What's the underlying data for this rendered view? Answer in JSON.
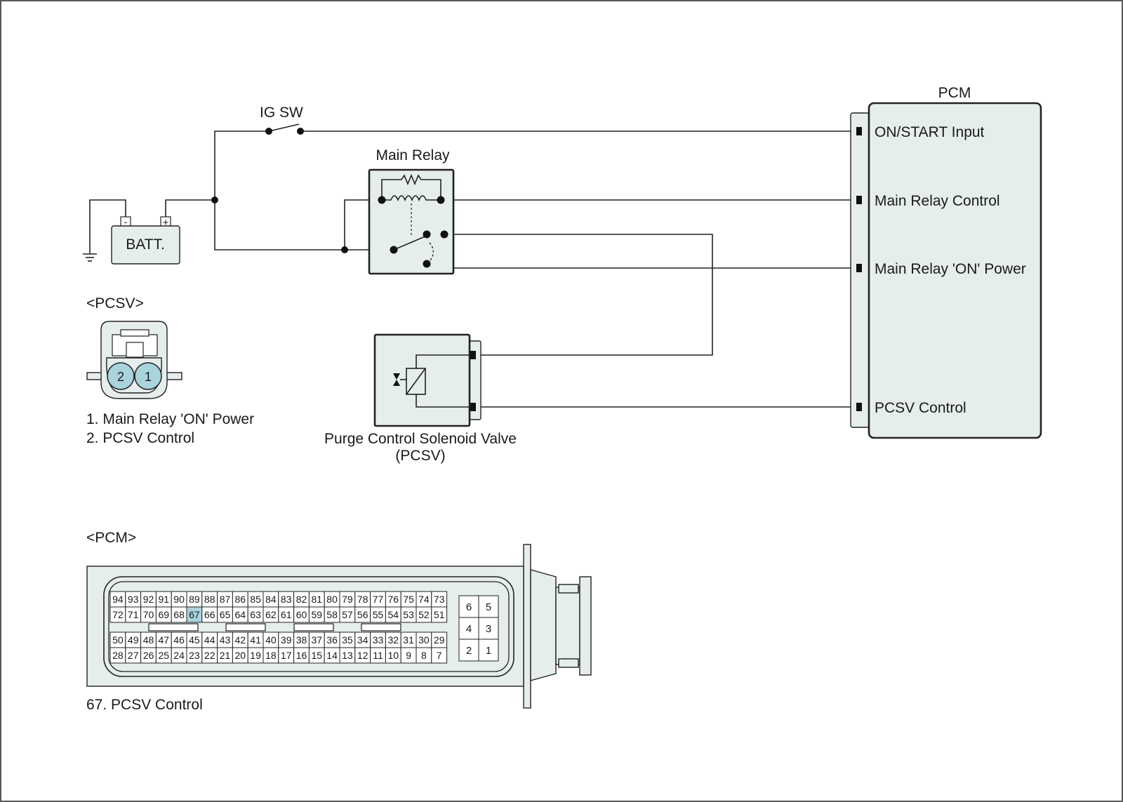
{
  "labels": {
    "ig_sw": "IG SW",
    "main_relay": "Main Relay",
    "battery": "BATT.",
    "battery_neg": "-",
    "battery_pos": "+",
    "pcm_title": "PCM",
    "pcsv_connector_title": "<PCSV>",
    "pcm_connector_title": "<PCM>",
    "valve_name_line1": "Purge Control Solenoid Valve",
    "valve_name_line2": "(PCSV)"
  },
  "pcm_terminals": [
    "ON/START Input",
    "Main Relay Control",
    "Main Relay 'ON' Power",
    "PCSV Control"
  ],
  "pcsv_connector": {
    "pins": [
      "2",
      "1"
    ],
    "legend": [
      "1. Main Relay 'ON' Power",
      "2. PCSV Control"
    ],
    "pin_color": "#a9d3dd"
  },
  "pcm_connector": {
    "rows": [
      [
        "94",
        "93",
        "92",
        "91",
        "90",
        "89",
        "88",
        "87",
        "86",
        "85",
        "84",
        "83",
        "82",
        "81",
        "80",
        "79",
        "78",
        "77",
        "76",
        "75",
        "74",
        "73"
      ],
      [
        "72",
        "71",
        "70",
        "69",
        "68",
        "67",
        "66",
        "65",
        "64",
        "63",
        "62",
        "61",
        "60",
        "59",
        "58",
        "57",
        "56",
        "55",
        "54",
        "53",
        "52",
        "51"
      ],
      [
        "50",
        "49",
        "48",
        "47",
        "46",
        "45",
        "44",
        "43",
        "42",
        "41",
        "40",
        "39",
        "38",
        "37",
        "36",
        "35",
        "34",
        "33",
        "32",
        "31",
        "30",
        "29"
      ],
      [
        "28",
        "27",
        "26",
        "25",
        "24",
        "23",
        "22",
        "21",
        "20",
        "19",
        "18",
        "17",
        "16",
        "15",
        "14",
        "13",
        "12",
        "11",
        "10",
        "9",
        "8",
        "7"
      ]
    ],
    "side_block": [
      [
        "6",
        "5"
      ],
      [
        "4",
        "3"
      ],
      [
        "2",
        "1"
      ]
    ],
    "highlight_pin": "67",
    "highlight_color": "#a9d3dd",
    "legend": "67. PCSV Control"
  }
}
